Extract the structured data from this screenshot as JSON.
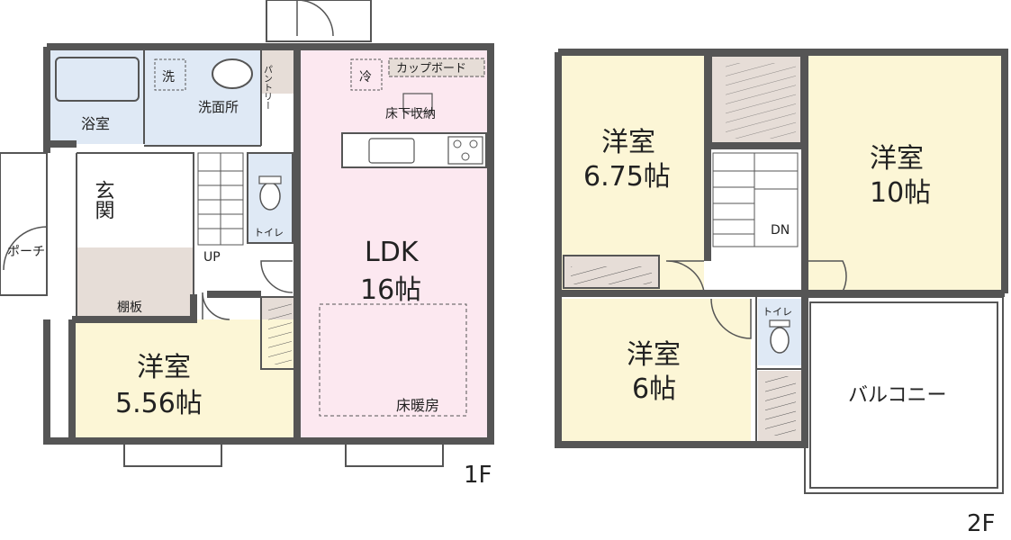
{
  "floor1": {
    "label": "1F",
    "rooms": {
      "bath": "浴室",
      "washroom": "洗面所",
      "washer": "洗",
      "fridge": "冷",
      "cupboard": "カップボード",
      "underfloor": "床下収納",
      "pantry": "パントリー",
      "entrance": "玄関",
      "porch": "ポーチ",
      "shelf": "棚板",
      "toilet": "トイレ",
      "stairs_up": "UP",
      "ldk_name": "LDK",
      "ldk_size": "16帖",
      "floor_heating": "床暖房",
      "western_name": "洋室",
      "western_size": "5.56帖"
    },
    "colors": {
      "ldk": "#fce8f0",
      "western": "#fcf6d6",
      "wet": "#dfe9f5",
      "storage": "#e6ddd7"
    }
  },
  "floor2": {
    "label": "2F",
    "rooms": {
      "w1_name": "洋室",
      "w1_size": "6.75帖",
      "w2_name": "洋室",
      "w2_size": "10帖",
      "w3_name": "洋室",
      "w3_size": "6帖",
      "stairs_down": "DN",
      "toilet": "トイレ",
      "balcony": "バルコニー"
    }
  }
}
